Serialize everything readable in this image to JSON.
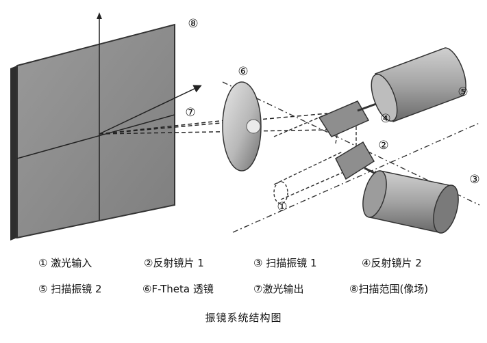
{
  "markers": {
    "m1": "①",
    "m2": "②",
    "m3": "③",
    "m4": "④",
    "m5": "⑤",
    "m6": "⑥",
    "m7": "⑦",
    "m8": "⑧"
  },
  "legend": {
    "row1": [
      {
        "num": "①",
        "text": "激光输入"
      },
      {
        "num": "②",
        "text": "反射镜片 1"
      },
      {
        "num": "③",
        "text": "扫描振镜 1"
      },
      {
        "num": "④",
        "text": "反射镜片 2"
      }
    ],
    "row2": [
      {
        "num": "⑤",
        "text": "扫描振镜 2"
      },
      {
        "num": "⑥",
        "text": "F-Theta 透镜"
      },
      {
        "num": "⑦",
        "text": "激光输出"
      },
      {
        "num": "⑧",
        "text": "扫描范围(像场)"
      }
    ]
  },
  "caption": "振镜系统结构图",
  "colors": {
    "screen_face": "#8a8a8a",
    "screen_edge": "#3a3a3a",
    "lens_fill": "#c8c8c8",
    "motor_fill": "#9a9a9a",
    "mirror_fill": "#8c8c8c",
    "ink": "#111111"
  }
}
